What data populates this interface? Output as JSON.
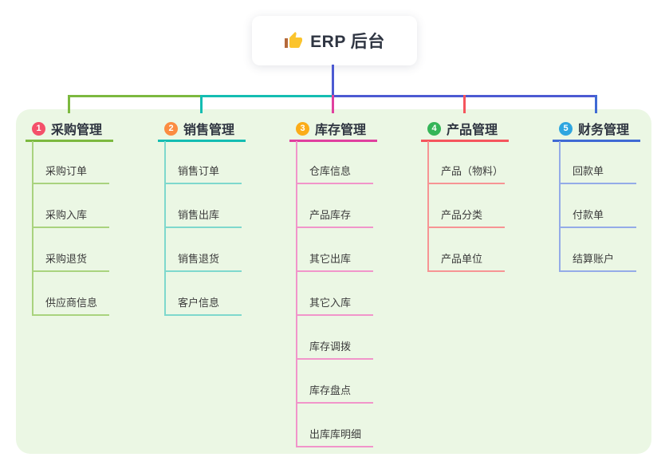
{
  "root": {
    "icon": "thumbs-up-icon",
    "title": "ERP 后台"
  },
  "colors": {
    "canvas_bg": "#ffffff",
    "panel_bg": "#ebf7e4",
    "root_connector": "#4c5ad2",
    "title_text": "#2e3440",
    "child_text": "#3c3c3c"
  },
  "branches": [
    {
      "badge": "1",
      "badge_color": "#f4506a",
      "label": "采购管理",
      "line_color": "#7cb93f",
      "child_line_color": "#a9d37e",
      "children": [
        "采购订单",
        "采购入库",
        "采购退货",
        "供应商信息"
      ]
    },
    {
      "badge": "2",
      "badge_color": "#fb8c42",
      "label": "销售管理",
      "line_color": "#14bdb2",
      "child_line_color": "#7ed8cd",
      "children": [
        "销售订单",
        "销售出库",
        "销售退货",
        "客户信息"
      ]
    },
    {
      "badge": "3",
      "badge_color": "#fbac18",
      "label": "库存管理",
      "line_color": "#e0409f",
      "child_line_color": "#f195ca",
      "children": [
        "仓库信息",
        "产品库存",
        "其它出库",
        "其它入库",
        "库存调拨",
        "库存盘点",
        "出库库明细"
      ]
    },
    {
      "badge": "4",
      "badge_color": "#35b558",
      "label": "产品管理",
      "line_color": "#f5555d",
      "child_line_color": "#f79494",
      "children": [
        "产品（物料）",
        "产品分类",
        "产品单位"
      ]
    },
    {
      "badge": "5",
      "badge_color": "#2ea6e0",
      "label": "财务管理",
      "line_color": "#3f6ad4",
      "child_line_color": "#94abe8",
      "children": [
        "回款单",
        "付款单",
        "结算账户"
      ]
    }
  ]
}
